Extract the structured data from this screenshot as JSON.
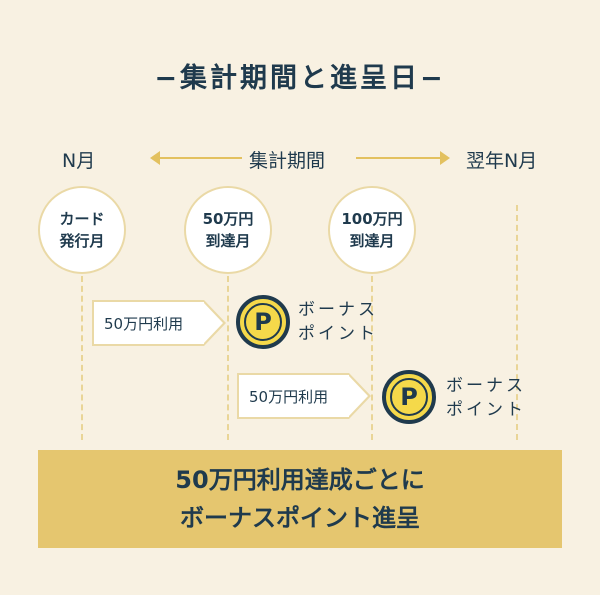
{
  "title": "−集計期間と進呈日−",
  "timeline": {
    "start": "N月",
    "period": "集計期間",
    "end": "翌年N月"
  },
  "milestones": [
    {
      "line1": "カード",
      "line2": "発行月"
    },
    {
      "line1": "50万円",
      "line2": "到達月"
    },
    {
      "line1": "100万円",
      "line2": "到達月"
    }
  ],
  "steps": [
    {
      "usage": "50万円利用",
      "coin": "P",
      "bonus1": "ボーナス",
      "bonus2": "ポイント"
    },
    {
      "usage": "50万円利用",
      "coin": "P",
      "bonus1": "ボーナス",
      "bonus2": "ポイント"
    }
  ],
  "banner": {
    "line1": "50万円利用達成ごとに",
    "line2": "ボーナスポイント進呈"
  }
}
